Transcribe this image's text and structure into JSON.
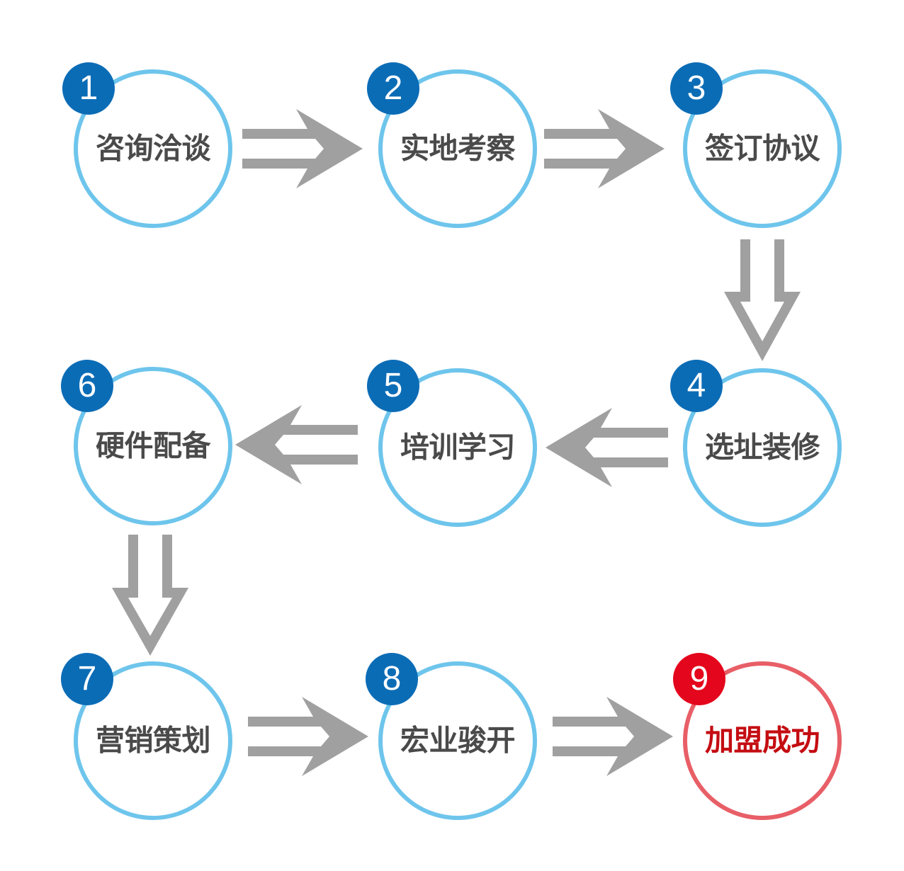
{
  "steps": [
    {
      "number": "1",
      "label": "咨询洽谈"
    },
    {
      "number": "2",
      "label": "实地考察"
    },
    {
      "number": "3",
      "label": "签订协议"
    },
    {
      "number": "4",
      "label": "选址装修"
    },
    {
      "number": "5",
      "label": "培训学习"
    },
    {
      "number": "6",
      "label": "硬件配备"
    },
    {
      "number": "7",
      "label": "营销策划"
    },
    {
      "number": "8",
      "label": "宏业骏开"
    },
    {
      "number": "9",
      "label": "加盟成功"
    }
  ],
  "colors": {
    "circle_border": "#6ec5ec",
    "final_circle_border": "#e85f67",
    "badge": "#0b6cb6",
    "final_badge": "#e4061c",
    "label_text": "#4a4a4a",
    "final_label_text": "#c40d12",
    "arrow": "#a0a0a0"
  }
}
